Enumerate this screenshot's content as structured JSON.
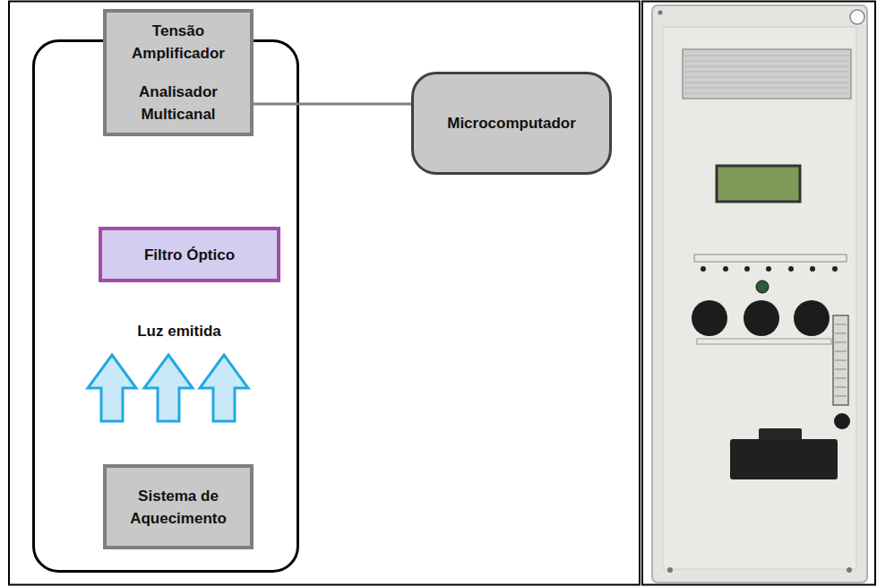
{
  "diagram": {
    "nodes": [
      {
        "text": [
          "Tensão Amplificador",
          "Analisador Multicanal"
        ]
      },
      {
        "text": [
          "Filtro Óptico"
        ]
      },
      {
        "text": [
          "Sistema de Aquecimento"
        ]
      },
      {
        "text": [
          "Microcomputador"
        ]
      }
    ],
    "edges": [
      {
        "from": 0,
        "to": 3,
        "arrow": "none"
      }
    ],
    "labels": [
      "Luz emitida"
    ]
  }
}
